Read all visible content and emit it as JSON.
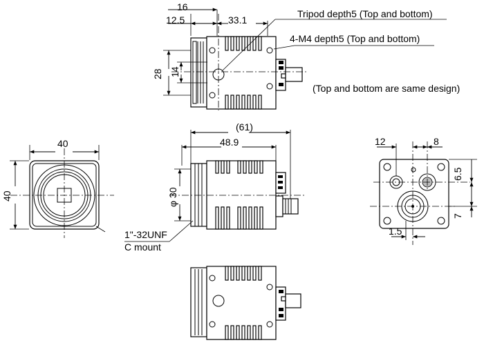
{
  "dimensions": {
    "top_16": "16",
    "top_12_5": "12.5",
    "top_33_1": "33.1",
    "left_28": "28",
    "left_14": "14",
    "front_40_w": "40",
    "front_40_h": "40",
    "side_61": "(61)",
    "side_48_9": "48.9",
    "side_phi30": "φ 30",
    "rear_12": "12",
    "rear_8": "8",
    "rear_6_5": "6.5",
    "rear_7": "7",
    "rear_1_5": "1.5"
  },
  "notes": {
    "tripod": "Tripod depth5 (Top and bottom)",
    "m4": "4-M4 depth5 (Top and bottom)",
    "same_design": "(Top and bottom are same design)",
    "unf": "1\"-32UNF",
    "cmount": "C mount"
  }
}
